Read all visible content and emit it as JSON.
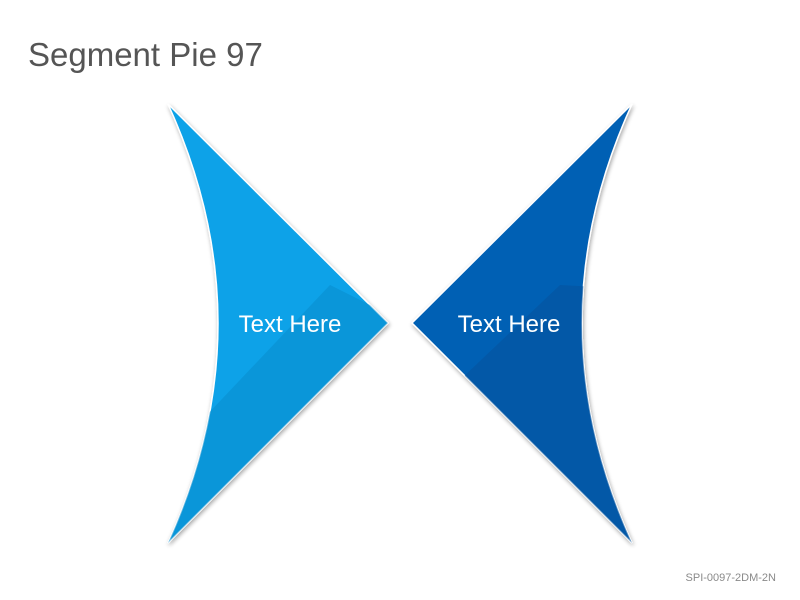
{
  "title": "Segment Pie 97",
  "segments": [
    {
      "label": "Text Here",
      "color": "#0aa2e8",
      "shade": "#0a8ccc"
    },
    {
      "label": "Text Here",
      "color": "#0660b4",
      "shade": "#05539e"
    }
  ],
  "footer_code": "SPI-0097-2DM-2N"
}
